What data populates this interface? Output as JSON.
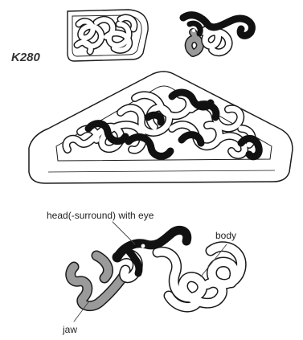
{
  "figure": {
    "code": "K280",
    "labels": {
      "head": "head(-surround) with eye",
      "body": "body",
      "jaw": "jaw"
    }
  },
  "colors": {
    "outline": "#1a1a1a",
    "black_strand": "#111111",
    "grey_strand": "#9a9a9a",
    "white_strand": "#ffffff",
    "panel_fill": "#ffffff"
  }
}
